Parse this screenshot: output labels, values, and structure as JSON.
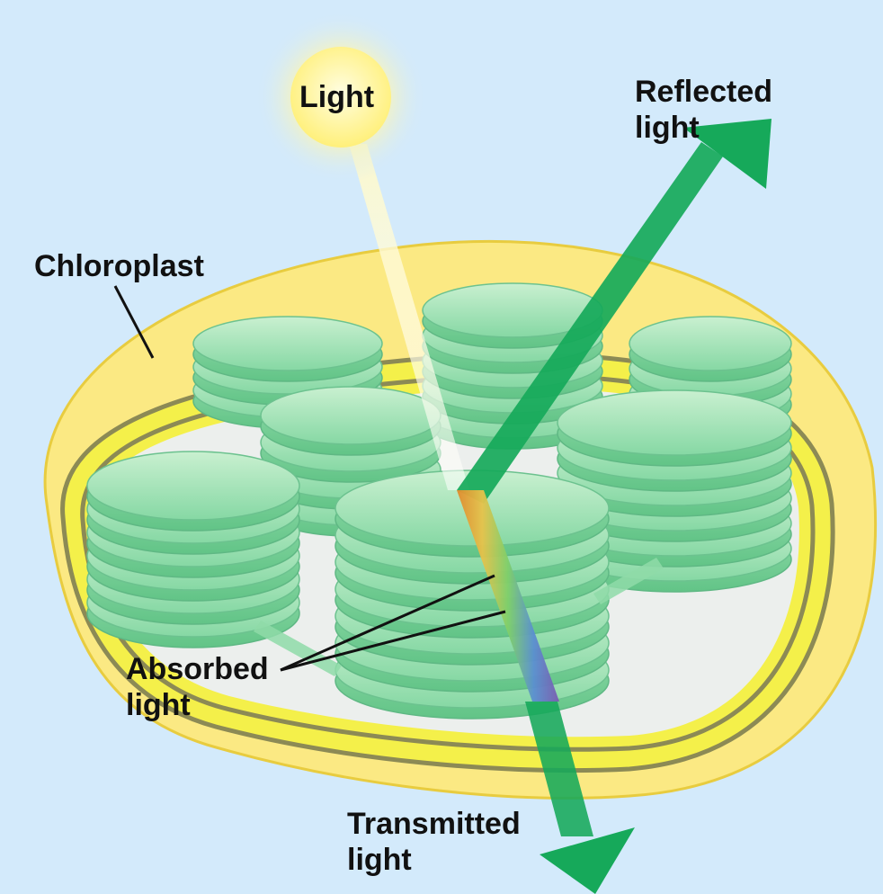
{
  "labels": {
    "light": "Light",
    "reflected_line1": "Reflected",
    "reflected_line2": "light",
    "chloroplast": "Chloroplast",
    "absorbed_line1": "Absorbed",
    "absorbed_line2": "light",
    "transmitted_line1": "Transmitted",
    "transmitted_line2": "light"
  },
  "colors": {
    "background": "#d3eafb",
    "outer_membrane": "#fbe983",
    "inner_membrane": "#f3f047",
    "stroma": "#ecefed",
    "thylakoid": "#7fd69f",
    "arrow": "#16a95a",
    "sun": "#fff27a"
  },
  "icons": {
    "sun": "sun-glow-icon",
    "reflected_arrow": "arrow-up-right-icon",
    "transmitted_arrow": "arrow-down-icon"
  }
}
